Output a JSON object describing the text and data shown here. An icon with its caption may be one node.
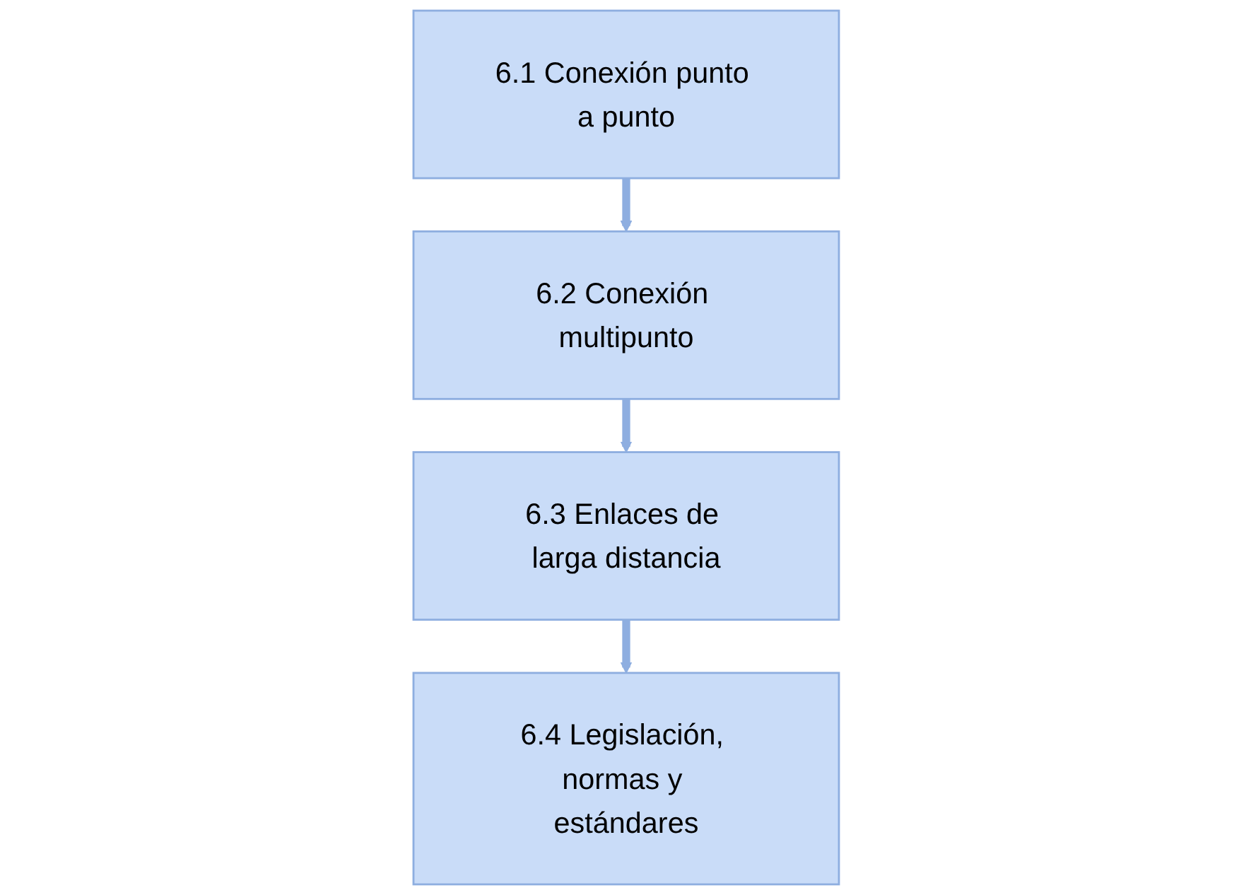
{
  "diagram": {
    "nodes": [
      {
        "text": [
          "6.1 Conexión punto a punto"
        ]
      },
      {
        "text": [
          "6.2 Conexión multipunto"
        ]
      },
      {
        "text": [
          "6.3 Enlaces de larga distancia"
        ]
      },
      {
        "text": [
          "6.4 Legislación, normas y estándares"
        ]
      }
    ],
    "edges": [
      {
        "from": 0,
        "to": 1,
        "arrow": "to"
      },
      {
        "from": 1,
        "to": 2,
        "arrow": "to"
      },
      {
        "from": 2,
        "to": 3,
        "arrow": "to"
      }
    ]
  }
}
